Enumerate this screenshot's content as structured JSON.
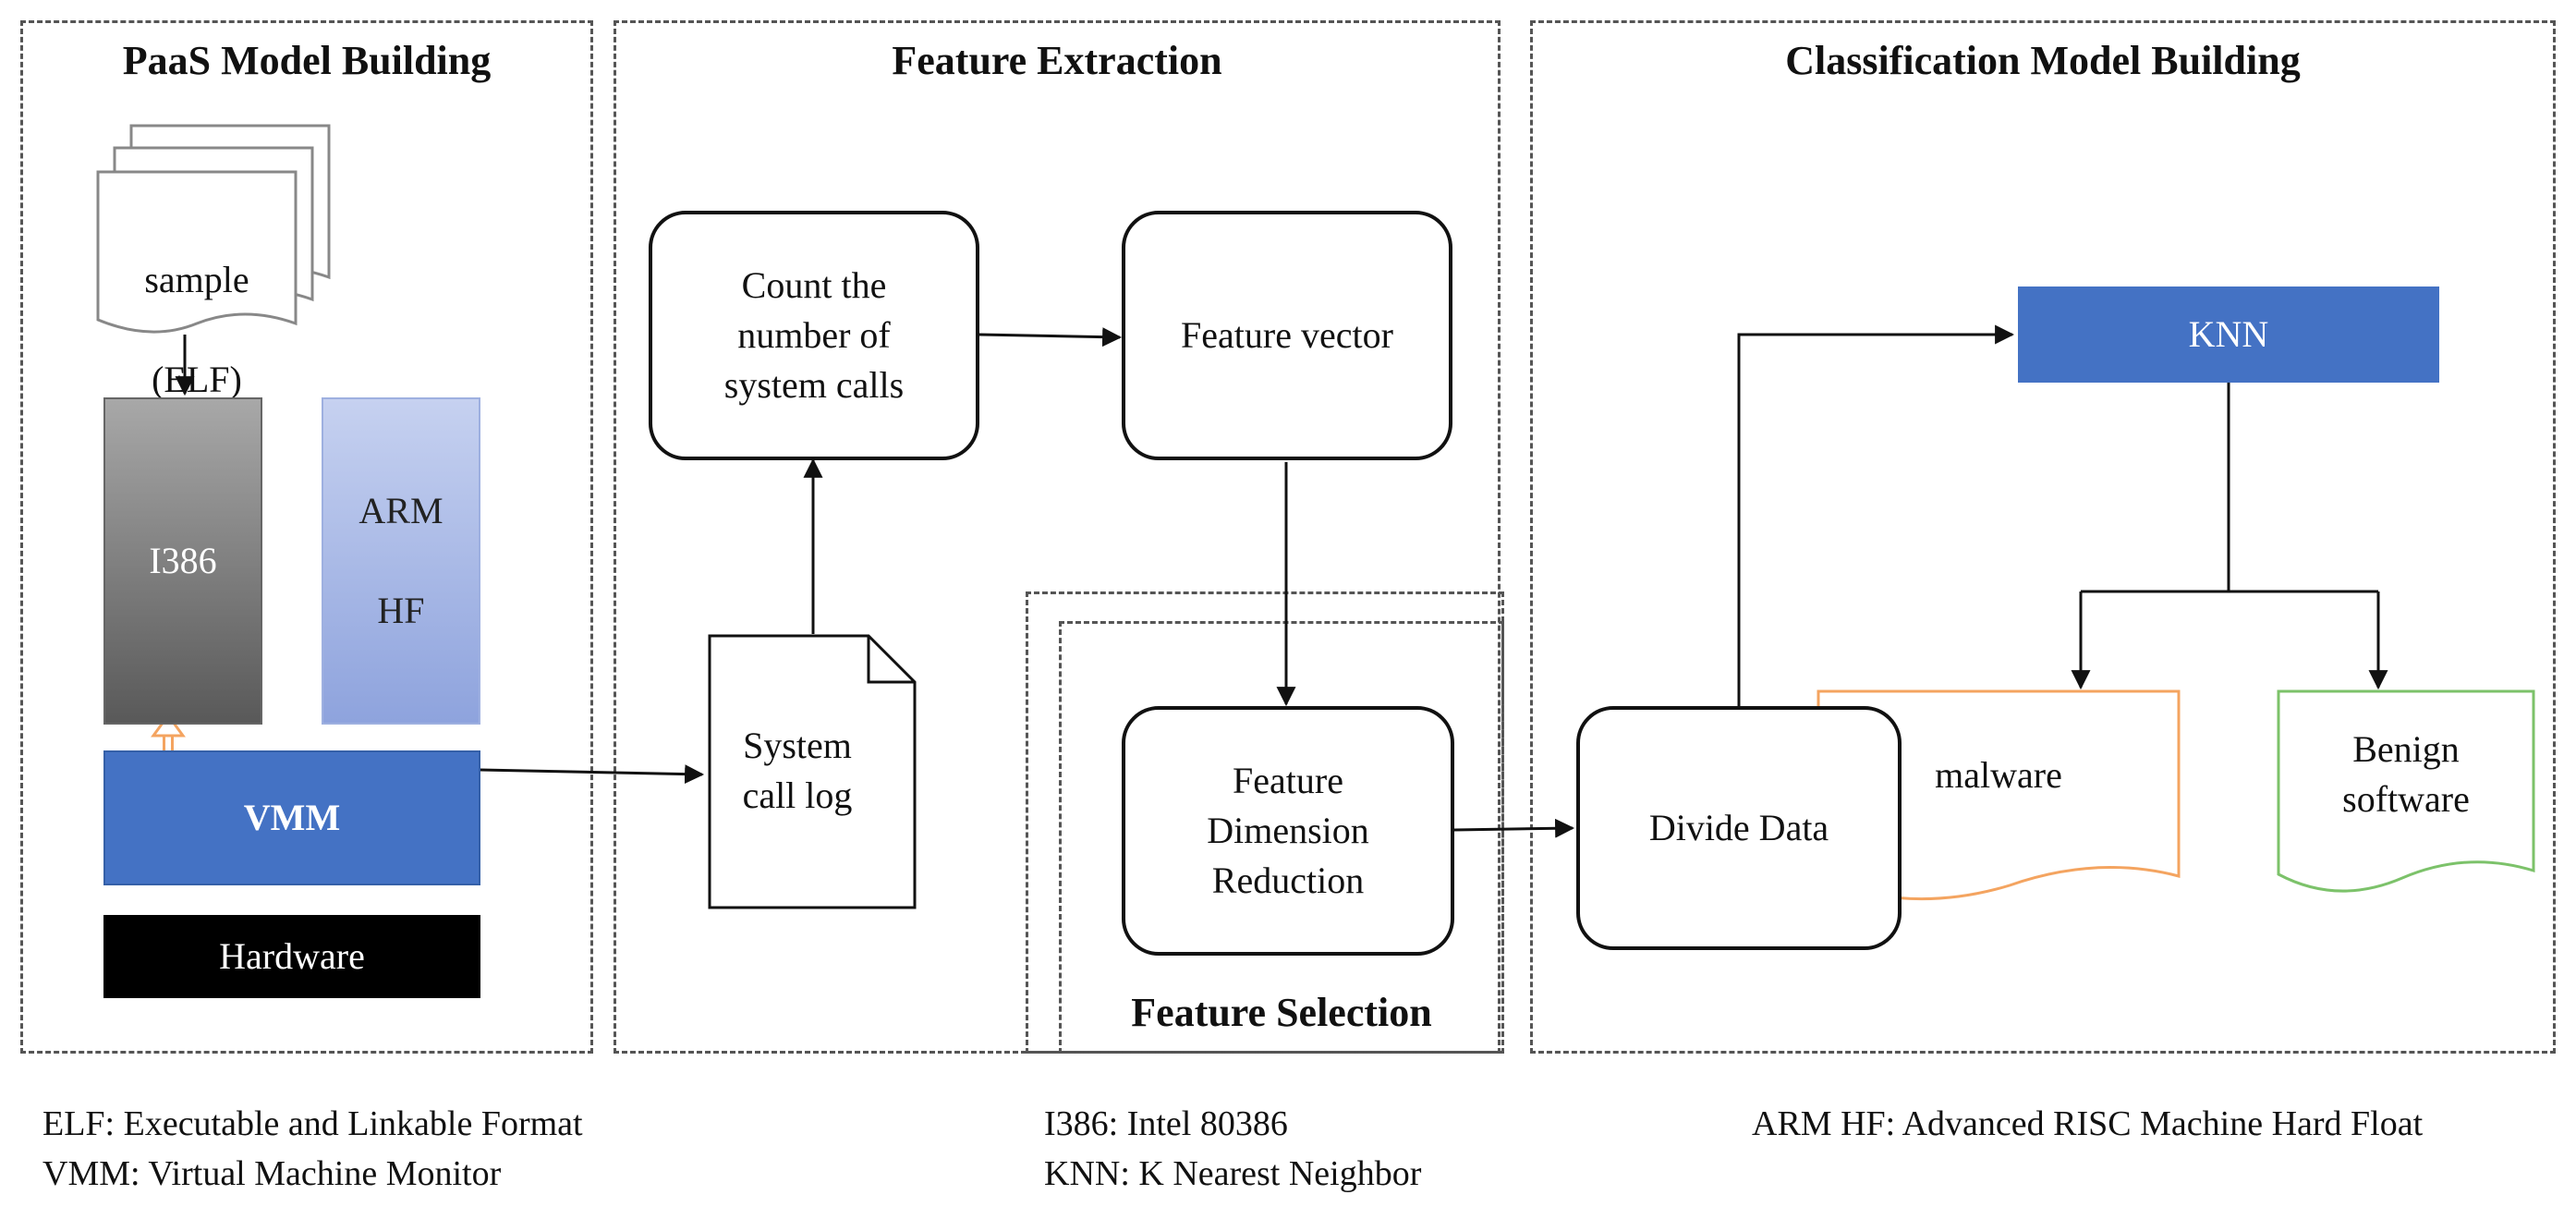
{
  "sections": {
    "paas": {
      "title": "PaaS Model Building"
    },
    "feature_extraction": {
      "title": "Feature Extraction"
    },
    "classification": {
      "title": "Classification Model Building"
    },
    "feature_selection": {
      "title": "Feature Selection"
    }
  },
  "paas": {
    "sample": {
      "line1": "sample",
      "line2": "(ELF)"
    },
    "i386": "I386",
    "arm": {
      "line1": "ARM",
      "line2": "HF"
    },
    "vmm": "VMM",
    "hardware": "Hardware"
  },
  "extraction": {
    "count_box": "Count the\nnumber of\nsystem calls",
    "vector_box": "Feature vector",
    "syscall_log": "System\ncall log"
  },
  "selection": {
    "reduction_box": "Feature\nDimension\nReduction"
  },
  "classification": {
    "divide_box": "Divide Data",
    "knn": "KNN",
    "malware": "malware",
    "benign": "Benign\nsoftware"
  },
  "legend": {
    "elf": "ELF: Executable and Linkable Format",
    "vmm": "VMM: Virtual Machine Monitor",
    "i386": "I386: Intel 80386",
    "knn": "KNN: K Nearest Neighbor",
    "arm": "ARM HF: Advanced RISC Machine Hard Float"
  },
  "colors": {
    "vmm_blue": "#4472c4",
    "knn_blue": "#4472c4",
    "arm_blue": "#a9b9e6",
    "i386_gray": "#6e6e6e",
    "malware_orange": "#f4a460",
    "benign_green": "#7cc26a"
  }
}
